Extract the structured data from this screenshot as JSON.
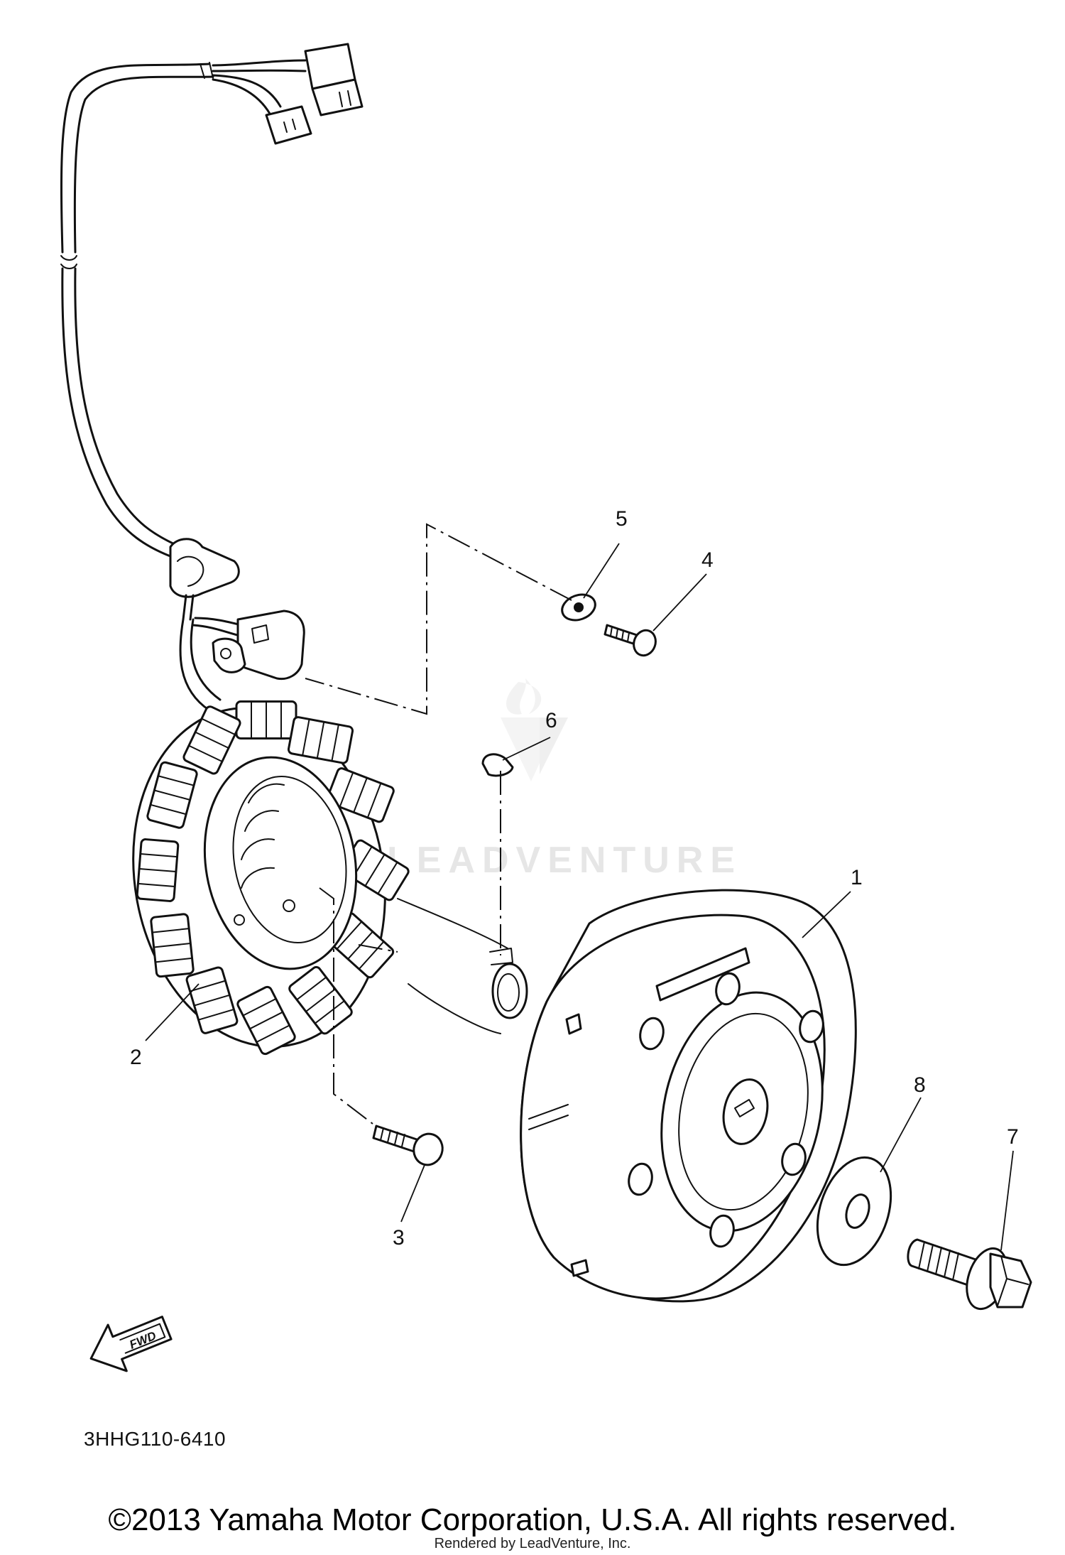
{
  "watermark": {
    "text": "LEADVENTURE"
  },
  "callouts": [
    {
      "id": "callout-1",
      "number": "1",
      "part": "rotor"
    },
    {
      "id": "callout-2",
      "number": "2",
      "part": "stator"
    },
    {
      "id": "callout-3",
      "number": "3",
      "part": "stator-bolt"
    },
    {
      "id": "callout-4",
      "number": "4",
      "part": "clamp-screw"
    },
    {
      "id": "callout-5",
      "number": "5",
      "part": "washer"
    },
    {
      "id": "callout-6",
      "number": "6",
      "part": "woodruff-key"
    },
    {
      "id": "callout-7",
      "number": "7",
      "part": "rotor-bolt"
    },
    {
      "id": "callout-8",
      "number": "8",
      "part": "plain-washer"
    }
  ],
  "fwd_arrow": {
    "label": "FWD",
    "icon": "fwd-arrow-icon"
  },
  "part_code": "3HHG110-6410",
  "copyright": "©2013 Yamaha Motor Corporation, U.S.A. All rights reserved.",
  "rendered_by": "Rendered by LeadVenture, Inc."
}
